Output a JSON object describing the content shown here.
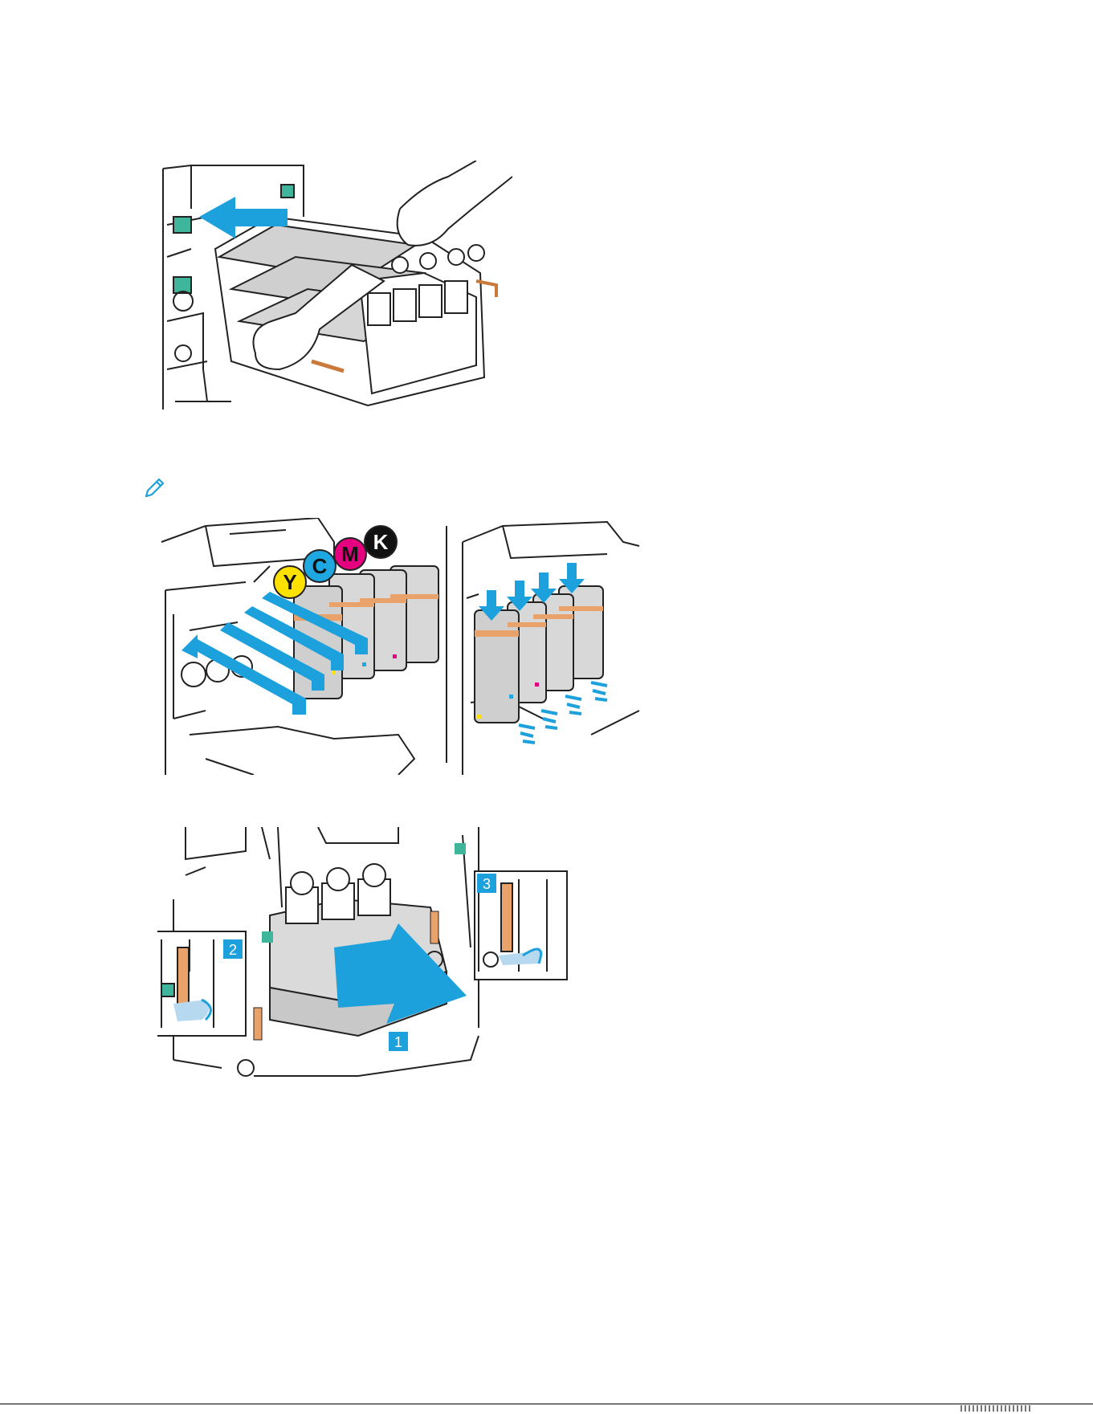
{
  "colors": {
    "arrow": "#1DA1DC",
    "handle": "#E9A36A",
    "line": "#222222",
    "grey": "#D2D2D2",
    "yellow": "#FFE100",
    "cyan": "#1EA7E1",
    "magenta": "#E4007F",
    "black": "#111111"
  },
  "icons": {
    "note": "pencil-icon"
  },
  "toner_labels": {
    "y": "Y",
    "c": "C",
    "m": "M",
    "k": "K"
  },
  "steps": {
    "one": "1",
    "two": "2",
    "three": "3"
  }
}
